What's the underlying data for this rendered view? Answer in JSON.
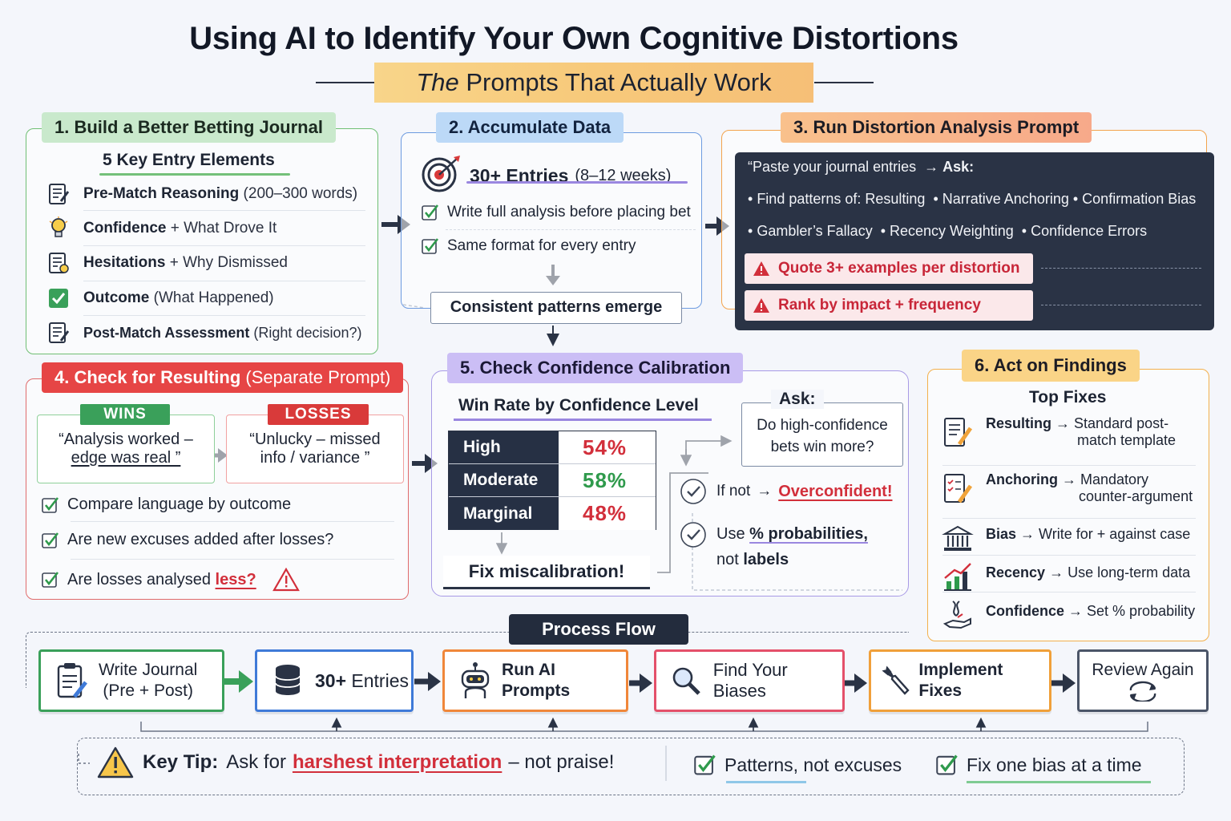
{
  "title": "Using AI to Identify Your Own Cognitive Distortions",
  "subtitle_em": "The",
  "subtitle_rest": "Prompts That Actually Work",
  "p1": {
    "num": "1.",
    "title": "Build a Better Betting Journal",
    "sub": "5 Key Entry Elements",
    "rows": [
      {
        "icon": "notepad-icon",
        "bold": "Pre-Match Reasoning",
        "thin": "(200–300 words)"
      },
      {
        "icon": "lightbulb-icon",
        "bold": "Confidence",
        "plus": "+",
        "thin": "What Drove It"
      },
      {
        "icon": "notes-icon",
        "bold": "Hesitations",
        "plus": "+",
        "thin": "Why Dismissed"
      },
      {
        "icon": "check-clipboard-icon",
        "bold": "Outcome",
        "thin": "(What Happened)"
      },
      {
        "icon": "assessment-icon",
        "bold": "Post-Match Assessment",
        "thin": "(Right decision?)"
      }
    ]
  },
  "p2": {
    "num": "2.",
    "title": "Accumulate Data",
    "main_bold": "30+ Entries",
    "main_paren": "(8–12 weeks)",
    "checks": [
      "Write full analysis before placing bet",
      "Same format for every entry"
    ],
    "box": "Consistent patterns emerge"
  },
  "p3": {
    "num": "3.",
    "title": "Run Distortion Analysis Prompt",
    "line1_a": "“Paste your journal entries",
    "line1_b": "Ask:",
    "line2": [
      "Find patterns of:",
      "Resulting",
      "Narrative Anchoring",
      "Confirmation Bias"
    ],
    "line3": [
      "Gambler’s Fallacy",
      "Recency Weighting",
      "Confidence Errors"
    ],
    "warn1": "Quote 3+ examples per distortion",
    "warn2": "Rank by impact + frequency"
  },
  "p4": {
    "num": "4.",
    "title": "Check for Resulting",
    "title_paren": "(Separate Prompt)",
    "wins_tag": "WINS",
    "wins_quote_1": "“Analysis worked –",
    "wins_quote_2": "edge was real ”",
    "loss_tag": "LOSSES",
    "loss_quote_1": "“Unlucky – missed",
    "loss_quote_2": "info / variance ”",
    "checks": [
      "Compare language by outcome",
      "Are new excuses added after losses?"
    ],
    "check3_a": "Are losses analysed",
    "check3_b": "less?"
  },
  "p5": {
    "num": "5.",
    "title": "Check Confidence Calibration",
    "sub": "Win Rate by Confidence Level",
    "rows": [
      {
        "label": "High",
        "value": "54%",
        "color": "#d22f3b"
      },
      {
        "label": "Moderate",
        "value": "58%",
        "color": "#2f9a4c"
      },
      {
        "label": "Marginal",
        "value": "48%",
        "color": "#d22f3b"
      }
    ],
    "ask_label": "Ask:",
    "ask_text_1": "Do high-confidence",
    "ask_text_2": "bets win more?",
    "ifnot": "If not",
    "overconfident": "Overconfident!",
    "use_a": "Use",
    "use_b": "% probabilities,",
    "use_c": "not",
    "use_d": "labels",
    "fix": "Fix miscalibration!"
  },
  "p6": {
    "num": "6.",
    "title": "Act on Findings",
    "sub": "Top Fixes",
    "fixes": [
      {
        "icon": "journal-pen-icon",
        "bold": "Resulting",
        "text": "Standard post-",
        "text2": "match template"
      },
      {
        "icon": "checklist-pen-icon",
        "bold": "Anchoring",
        "text": "Mandatory",
        "text2": "counter-argument"
      },
      {
        "icon": "courthouse-icon",
        "bold": "Bias",
        "text": "Write for + against case",
        "text2": ""
      },
      {
        "icon": "growth-chart-icon",
        "bold": "Recency",
        "text": "Use long-term data",
        "text2": ""
      },
      {
        "icon": "hand-dna-icon",
        "bold": "Confidence",
        "text": "Set % probability",
        "text2": ""
      }
    ]
  },
  "flow": {
    "label": "Process Flow",
    "steps": [
      {
        "icon": "clipboard-pen-icon",
        "bold": "Write Journal",
        "text": "(Pre + Post)",
        "color": "#3aa05a"
      },
      {
        "icon": "database-icon",
        "bold": "30+",
        "text": "Entries",
        "color": "#3f7ad8"
      },
      {
        "icon": "robot-icon",
        "bold": "Run AI Prompts",
        "text": "",
        "color": "#f0873a"
      },
      {
        "icon": "magnifier-icon",
        "bold": "",
        "text": "Find Your Biases",
        "color": "#e4506a"
      },
      {
        "icon": "wrench-icon",
        "bold": "Implement Fixes",
        "text": "",
        "color": "#f0a03a"
      },
      {
        "icon": "refresh-icon",
        "bold": "",
        "text": "Review Again",
        "color": "#4b5568"
      }
    ]
  },
  "tip": {
    "label": "Key Tip:",
    "a": "Ask for",
    "b": "harshest interpretation",
    "c": "– not praise!",
    "check1": "Patterns, not excuses",
    "check2": "Fix one bias at a time"
  }
}
